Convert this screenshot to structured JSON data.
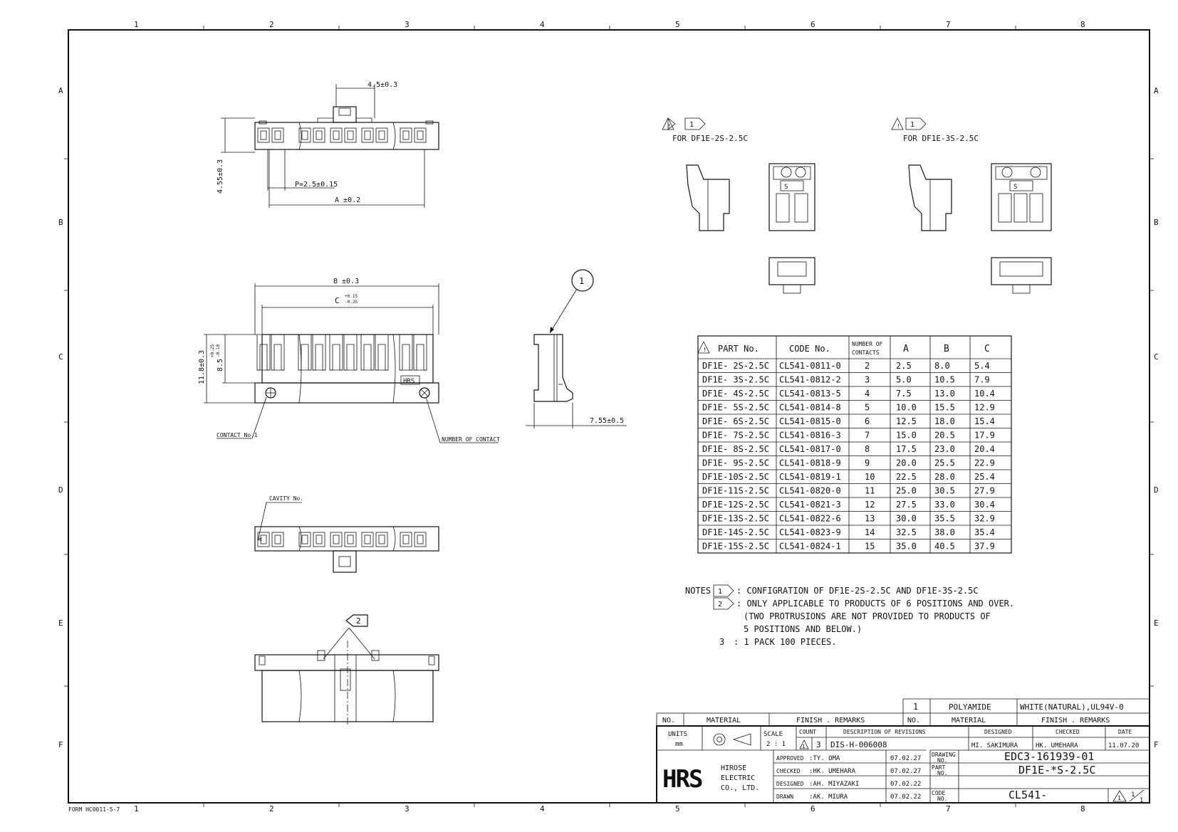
{
  "border": {
    "cols": [
      "1",
      "2",
      "3",
      "4",
      "5",
      "6",
      "7",
      "8"
    ],
    "rows": [
      "A",
      "B",
      "C",
      "D",
      "E",
      "F"
    ],
    "form_no": "FORM HC0011-5-7"
  },
  "top_view": {
    "dim_pitch_small": "4.5±0.3",
    "dim_height": "4.55±0.3",
    "dim_pitch": "P=2.5±0.15",
    "dim_a": "A ±0.2"
  },
  "front_view": {
    "dim_b": "B ±0.3",
    "dim_c": "C",
    "dim_c_tol_upper": "+0.15",
    "dim_c_tol_lower": "-0.25",
    "dim_height_total": "11.8±0.3",
    "dim_height_inner": "8.5",
    "dim_height_inner_tol_upper": "+0.25",
    "dim_height_inner_tol_lower": "-0.10",
    "contact_no_label": "CONTACT No.1",
    "number_of_contact_label": "NUMBER OF CONTACT",
    "marking": "HRS"
  },
  "side_view": {
    "balloon": "1",
    "dim_depth": "7.55±0.5"
  },
  "bottom_view": {
    "cavity_label": "CAVITY No.",
    "cavity_mark": "A"
  },
  "lower_view": {
    "note_flag": "2"
  },
  "variants": [
    {
      "flag": "1",
      "label": "FOR DF1E-2S-2.5C",
      "marking": "S"
    },
    {
      "flag": "1",
      "label": "FOR DF1E-3S-2.5C",
      "marking": "S"
    }
  ],
  "parts_table": {
    "headers": {
      "part_no": "PART No.",
      "code_no": "CODE No.",
      "contacts_line1": "NUMBER OF",
      "contacts_line2": "CONTACTS",
      "a": "A",
      "b": "B",
      "c": "C"
    },
    "rows": [
      {
        "part": "DF1E- 2S-2.5C",
        "code": "CL541-0811-0",
        "n": "2",
        "a": "2.5",
        "b": "8.0",
        "c": "5.4"
      },
      {
        "part": "DF1E- 3S-2.5C",
        "code": "CL541-0812-2",
        "n": "3",
        "a": "5.0",
        "b": "10.5",
        "c": "7.9"
      },
      {
        "part": "DF1E- 4S-2.5C",
        "code": "CL541-0813-5",
        "n": "4",
        "a": "7.5",
        "b": "13.0",
        "c": "10.4"
      },
      {
        "part": "DF1E- 5S-2.5C",
        "code": "CL541-0814-8",
        "n": "5",
        "a": "10.0",
        "b": "15.5",
        "c": "12.9"
      },
      {
        "part": "DF1E- 6S-2.5C",
        "code": "CL541-0815-0",
        "n": "6",
        "a": "12.5",
        "b": "18.0",
        "c": "15.4"
      },
      {
        "part": "DF1E- 7S-2.5C",
        "code": "CL541-0816-3",
        "n": "7",
        "a": "15.0",
        "b": "20.5",
        "c": "17.9"
      },
      {
        "part": "DF1E- 8S-2.5C",
        "code": "CL541-0817-0",
        "n": "8",
        "a": "17.5",
        "b": "23.0",
        "c": "20.4"
      },
      {
        "part": "DF1E- 9S-2.5C",
        "code": "CL541-0818-9",
        "n": "9",
        "a": "20.0",
        "b": "25.5",
        "c": "22.9"
      },
      {
        "part": "DF1E-10S-2.5C",
        "code": "CL541-0819-1",
        "n": "10",
        "a": "22.5",
        "b": "28.0",
        "c": "25.4"
      },
      {
        "part": "DF1E-11S-2.5C",
        "code": "CL541-0820-0",
        "n": "11",
        "a": "25.0",
        "b": "30.5",
        "c": "27.9"
      },
      {
        "part": "DF1E-12S-2.5C",
        "code": "CL541-0821-3",
        "n": "12",
        "a": "27.5",
        "b": "33.0",
        "c": "30.4"
      },
      {
        "part": "DF1E-13S-2.5C",
        "code": "CL541-0822-6",
        "n": "13",
        "a": "30.0",
        "b": "35.5",
        "c": "32.9"
      },
      {
        "part": "DF1E-14S-2.5C",
        "code": "CL541-0823-9",
        "n": "14",
        "a": "32.5",
        "b": "38.0",
        "c": "35.4"
      },
      {
        "part": "DF1E-15S-2.5C",
        "code": "CL541-0824-1",
        "n": "15",
        "a": "35.0",
        "b": "40.5",
        "c": "37.9"
      }
    ]
  },
  "notes": {
    "label": "NOTES",
    "flag1": "1",
    "note1": ": CONFIGRATION OF DF1E-2S-2.5C AND DF1E-3S-2.5C",
    "flag2": "2",
    "note2_line1": ": ONLY APPLICABLE TO PRODUCTS OF 6 POSITIONS AND OVER.",
    "note2_line2": "(TWO PROTRUSIONS ARE NOT PROVIDED TO PRODUCTS OF",
    "note2_line3": "5 POSITIONS AND BELOW.)",
    "num3": "3",
    "note3": ": 1 PACK 100 PIECES."
  },
  "title_block": {
    "mat_no": "1",
    "mat_name": "POLYAMIDE",
    "mat_finish": "WHITE(NATURAL),UL94V-0",
    "hdr_no": "NO.",
    "hdr_material": "MATERIAL",
    "hdr_finish": "FINISH . REMARKS",
    "units_label": "UNITS",
    "units_value": "mm",
    "scale_label": "SCALE",
    "scale_value": "2 : 1",
    "count_label": "COUNT",
    "desc_label": "DESCRIPTION OF REVISIONS",
    "designed_label": "DESIGNED",
    "checked_label": "CHECKED",
    "date_label": "DATE",
    "rev_flag": "1",
    "rev_count": "3",
    "rev_desc": "DIS-H-006008",
    "rev_designed": "MI. SAKIMURA",
    "rev_checked": "HK. UMEHARA",
    "rev_date": "11.07.20",
    "company_logo": "HRS",
    "company_line1": "HIROSE",
    "company_line2": "ELECTRIC",
    "company_line3": "CO., LTD.",
    "approved_label": "APPROVED",
    "approved_name": ":TY. OMA",
    "approved_date": "07.02.27",
    "checked_row_label": "CHECKED",
    "checked_name": ":HK. UMEHARA",
    "checked_date": "07.02.27",
    "designed_row_label": "DESIGNED",
    "designed_name": ":AH. MIYAZAKI",
    "designed_date": "07.02.22",
    "drawn_label": "DRAWN",
    "drawn_name": ":AK. MIURA",
    "drawn_date": "07.02.22",
    "drawing_no_label_1": "DRAWING",
    "drawing_no_label_2": "NO.",
    "drawing_no": "EDC3-161939-01",
    "part_no_label_1": "PART",
    "part_no_label_2": "NO.",
    "part_no": "DF1E-*S-2.5C",
    "code_no_label_1": "CODE",
    "code_no_label_2": "NO.",
    "code_no": "CL541-",
    "sheet_flag": "1",
    "sheet_num": "1",
    "sheet_den": "1"
  }
}
